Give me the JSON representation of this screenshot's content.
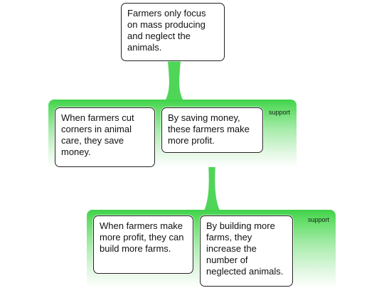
{
  "claim": {
    "text": "Farmers only focus on mass producing and neglect the animals."
  },
  "groups": [
    {
      "label": "support",
      "premises": [
        {
          "text": "When farmers cut corners in animal care, they save money."
        },
        {
          "text": "By saving money, these farmers make more profit."
        }
      ]
    },
    {
      "label": "support",
      "premises": [
        {
          "text": "When farmers make more profit, they can build more farms."
        },
        {
          "text": "By building more farms, they increase the number of neglected animals."
        }
      ]
    }
  ],
  "colors": {
    "group_fill": "#4fd658",
    "card_border": "#222222"
  }
}
